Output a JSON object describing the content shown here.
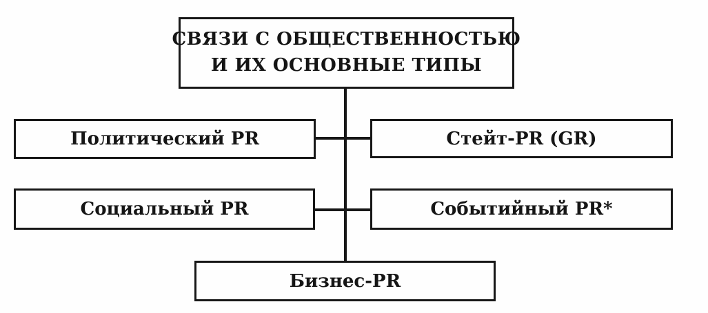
{
  "diagram": {
    "title_node": {
      "line1": "СВЯЗИ С ОБЩЕСТВЕННОСТЬЮ",
      "line2": "И ИХ ОСНОВНЫЕ ТИПЫ",
      "full_label": "СВЯЗИ С ОБЩЕСТВЕННОСТЬЮ И ИХ ОСНОВНЫЕ ТИПЫ"
    },
    "nodes": [
      {
        "id": "political-pr",
        "label": "Политический PR",
        "position": "row1-left"
      },
      {
        "id": "state-pr",
        "label": "Стейт-PR (GR)",
        "position": "row1-right"
      },
      {
        "id": "social-pr",
        "label": "Социальный PR",
        "position": "row2-left"
      },
      {
        "id": "event-pr",
        "label": "Событийный PR*",
        "position": "row2-right"
      },
      {
        "id": "business-pr",
        "label": "Бизнес-PR",
        "position": "bottom-center"
      }
    ],
    "colors": {
      "line": "#171717",
      "text": "#151515",
      "background": "#fefefe"
    }
  }
}
